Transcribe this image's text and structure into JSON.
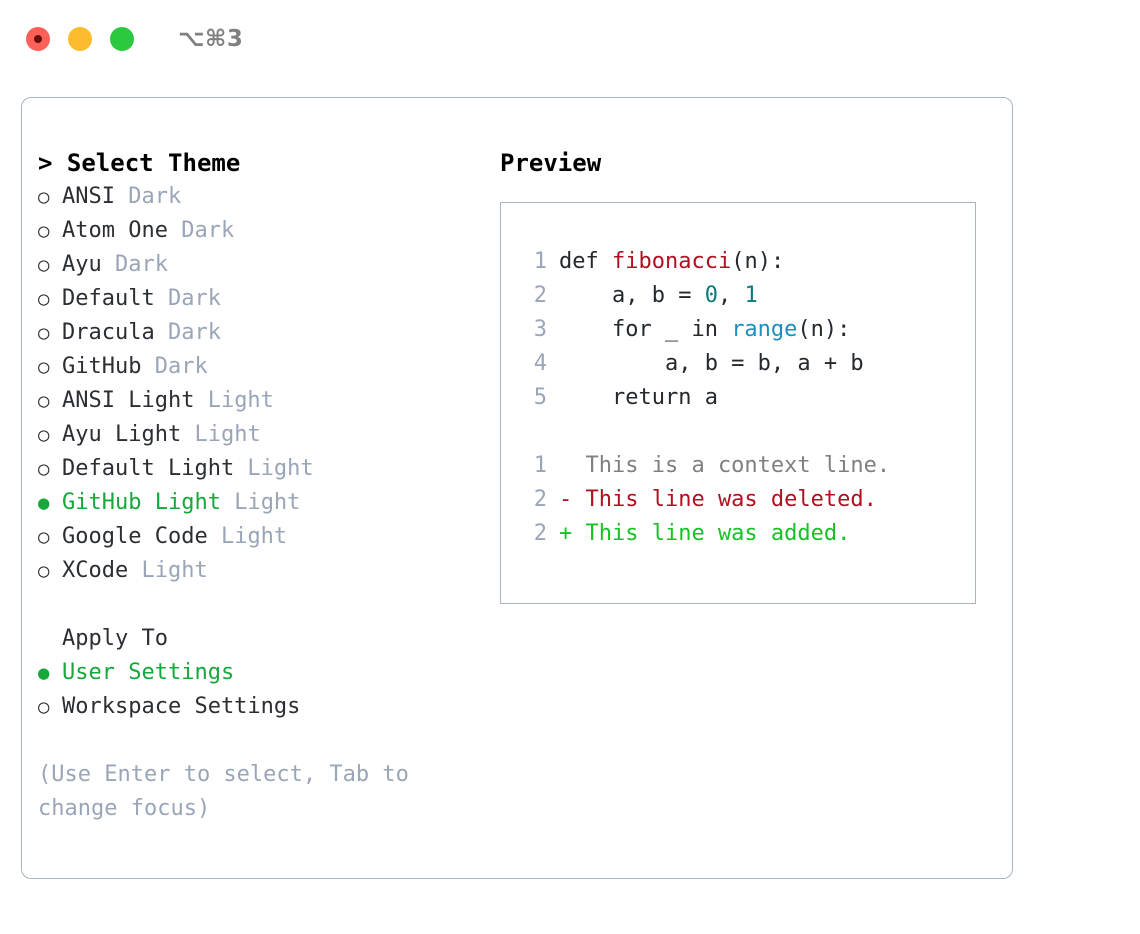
{
  "titlebar": {
    "shortcut": "⌥⌘3",
    "dots": [
      "close-dot",
      "minimize-dot",
      "maximize-dot"
    ]
  },
  "theme_section": {
    "title": "> Select Theme",
    "options": [
      {
        "bullet": "○",
        "label": "ANSI",
        "tag": "Dark",
        "selected": false
      },
      {
        "bullet": "○",
        "label": "Atom One",
        "tag": "Dark",
        "selected": false
      },
      {
        "bullet": "○",
        "label": "Ayu",
        "tag": "Dark",
        "selected": false
      },
      {
        "bullet": "○",
        "label": "Default",
        "tag": "Dark",
        "selected": false
      },
      {
        "bullet": "○",
        "label": "Dracula",
        "tag": "Dark",
        "selected": false
      },
      {
        "bullet": "○",
        "label": "GitHub",
        "tag": "Dark",
        "selected": false
      },
      {
        "bullet": "○",
        "label": "ANSI Light",
        "tag": "Light",
        "selected": false
      },
      {
        "bullet": "○",
        "label": "Ayu Light",
        "tag": "Light",
        "selected": false
      },
      {
        "bullet": "○",
        "label": "Default Light",
        "tag": "Light",
        "selected": false
      },
      {
        "bullet": "●",
        "label": "GitHub Light",
        "tag": "Light",
        "selected": true
      },
      {
        "bullet": "○",
        "label": "Google Code",
        "tag": "Light",
        "selected": false
      },
      {
        "bullet": "○",
        "label": "XCode",
        "tag": "Light",
        "selected": false
      }
    ]
  },
  "apply_section": {
    "title": "Apply To",
    "options": [
      {
        "bullet": "●",
        "label": "User Settings",
        "selected": true
      },
      {
        "bullet": "○",
        "label": "Workspace Settings",
        "selected": false
      }
    ]
  },
  "hint": "(Use Enter to select, Tab to change focus)",
  "preview": {
    "title": "Preview",
    "code_lines": [
      {
        "number": "1",
        "parts": [
          {
            "text": "def ",
            "type": "plain"
          },
          {
            "text": "fibonacci",
            "type": "function"
          },
          {
            "text": "(n):",
            "type": "plain"
          }
        ]
      },
      {
        "number": "2",
        "parts": [
          {
            "text": "    a, b = ",
            "type": "plain"
          },
          {
            "text": "0",
            "type": "number"
          },
          {
            "text": ", ",
            "type": "plain"
          },
          {
            "text": "1",
            "type": "number"
          }
        ]
      },
      {
        "number": "3",
        "parts": [
          {
            "text": "    for _ in ",
            "type": "plain"
          },
          {
            "text": "range",
            "type": "builtin"
          },
          {
            "text": "(n):",
            "type": "plain"
          }
        ]
      },
      {
        "number": "4",
        "parts": [
          {
            "text": "        a, b = b, a + b",
            "type": "plain"
          }
        ]
      },
      {
        "number": "5",
        "parts": [
          {
            "text": "    return a",
            "type": "plain"
          }
        ]
      }
    ],
    "diff_lines": [
      {
        "number": "1",
        "marker": " ",
        "text": "  This is a context line.",
        "kind": "context"
      },
      {
        "number": "2",
        "marker": "-",
        "text": "- This line was deleted.",
        "kind": "deleted"
      },
      {
        "number": "2",
        "marker": "+",
        "text": "+ This line was added.",
        "kind": "added"
      }
    ]
  },
  "colors": {
    "selected_green": "#16a83a",
    "added_green": "#16c224",
    "deleted_red": "#b01020",
    "function_red": "#b01020",
    "number_teal": "#0b7b7b",
    "builtin_blue": "#1a8fc0",
    "muted_gray": "#9aa5b8",
    "border": "#aab4c0",
    "text": "#2b2f33"
  }
}
